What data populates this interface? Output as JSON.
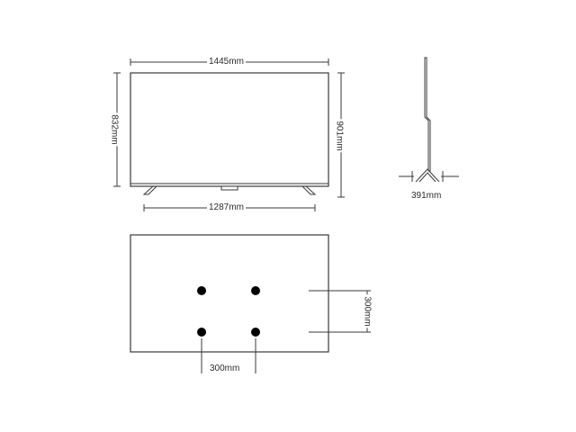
{
  "dimensions": {
    "front_width_overall": "1445mm",
    "front_height_panel": "832mm",
    "front_height_with_stand": "901mm",
    "stand_width": "1287mm",
    "side_stand_depth": "391mm",
    "vesa_horizontal": "300mm",
    "vesa_vertical": "300mm"
  },
  "colors": {
    "line": "#3a3a3a",
    "dot": "#000000",
    "background": "#ffffff"
  }
}
